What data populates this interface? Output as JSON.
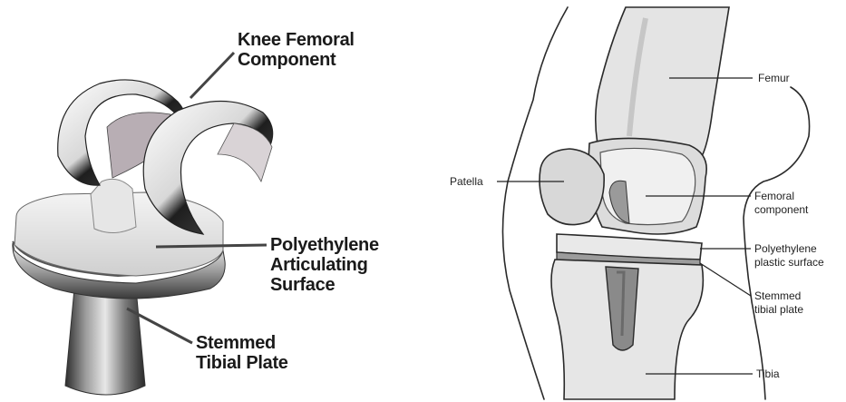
{
  "implant_diagram": {
    "labels": [
      {
        "id": "femoral",
        "lines": [
          "Knee Femoral",
          "Component"
        ]
      },
      {
        "id": "poly",
        "lines": [
          "Polyethylene",
          "Articulating",
          "Surface"
        ]
      },
      {
        "id": "tibial",
        "lines": [
          "Stemmed",
          "Tibial Plate"
        ]
      }
    ]
  },
  "knee_diagram": {
    "labels": [
      {
        "id": "femur",
        "lines": [
          "Femur"
        ]
      },
      {
        "id": "patella",
        "lines": [
          "Patella"
        ]
      },
      {
        "id": "femoral-component",
        "lines": [
          "Femoral",
          "component"
        ]
      },
      {
        "id": "poly-surface",
        "lines": [
          "Polyethylene",
          "plastic surface"
        ]
      },
      {
        "id": "tibial-plate",
        "lines": [
          "Stemmed",
          "tibial plate"
        ]
      },
      {
        "id": "tibia",
        "lines": [
          "Tibia"
        ]
      }
    ]
  }
}
